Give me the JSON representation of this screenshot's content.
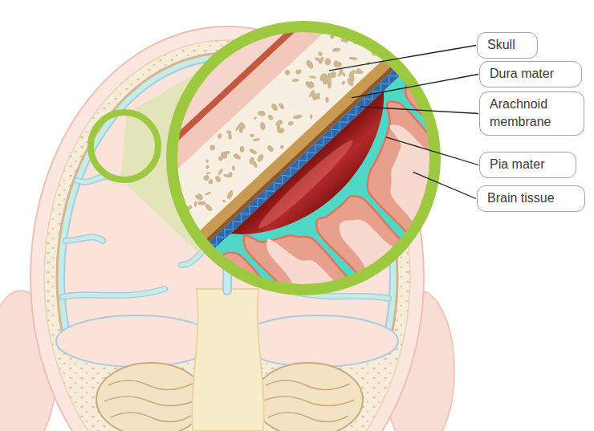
{
  "diagram": {
    "nodes": [
      {
        "text": [
          "Skull"
        ]
      },
      {
        "text": [
          "Dura mater"
        ]
      },
      {
        "text": [
          "Arachnoid membrane"
        ]
      },
      {
        "text": [
          "Pia mater"
        ]
      },
      {
        "text": [
          "Brain tissue"
        ]
      }
    ]
  }
}
